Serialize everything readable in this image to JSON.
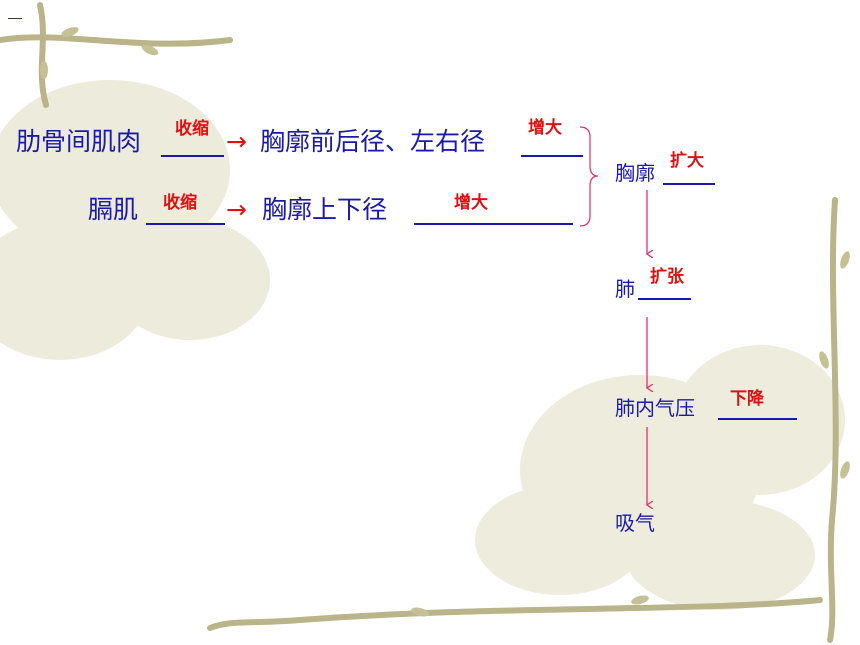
{
  "rows": [
    {
      "label": "肋骨间肌肉",
      "state": "收缩",
      "target": "胸廓前后径、左右径",
      "result": "增大"
    },
    {
      "label": "膈肌",
      "state": "收缩",
      "target": "胸廓上下径",
      "result": "增大"
    }
  ],
  "arrow_symbol": "→",
  "chain": [
    {
      "label": "胸廓",
      "answer": "扩大"
    },
    {
      "label": "肺",
      "answer": "扩张"
    },
    {
      "label": "肺内气压",
      "answer": "下降"
    },
    {
      "label": "吸气",
      "answer": ""
    }
  ],
  "colors": {
    "text": "#1a1aa8",
    "answer": "#e01010",
    "arrow": "#e0306a",
    "vine": "#b9b48a"
  }
}
